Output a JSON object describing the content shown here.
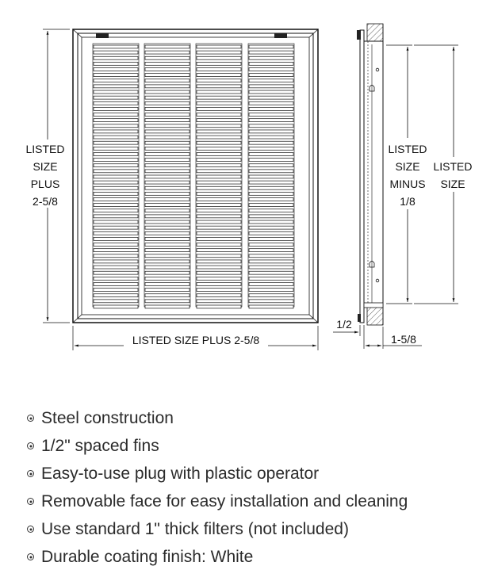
{
  "front_view": {
    "height_label": [
      "LISTED",
      "SIZE",
      "PLUS",
      "2-5/8"
    ],
    "width_label": "LISTED SIZE PLUS 2-5/8",
    "columns": 4,
    "fins_per_column": 47
  },
  "side_view": {
    "inner_label": [
      "LISTED",
      "SIZE",
      "MINUS",
      "1/8"
    ],
    "outer_label": [
      "LISTED",
      "SIZE"
    ],
    "flange_label": "1/2",
    "depth_label": "1-5/8"
  },
  "features": [
    {
      "icon": "bullet-circle-icon",
      "text": "Steel construction"
    },
    {
      "icon": "bullet-circle-icon",
      "text": "1/2\" spaced fins"
    },
    {
      "icon": "bullet-circle-icon",
      "text": "Easy-to-use plug with plastic operator"
    },
    {
      "icon": "bullet-circle-icon",
      "text": "Removable face for easy installation and cleaning"
    },
    {
      "icon": "bullet-circle-icon",
      "text": "Use standard 1\" thick filters (not included)"
    },
    {
      "icon": "bullet-circle-icon",
      "text": "Durable coating finish: White"
    }
  ]
}
